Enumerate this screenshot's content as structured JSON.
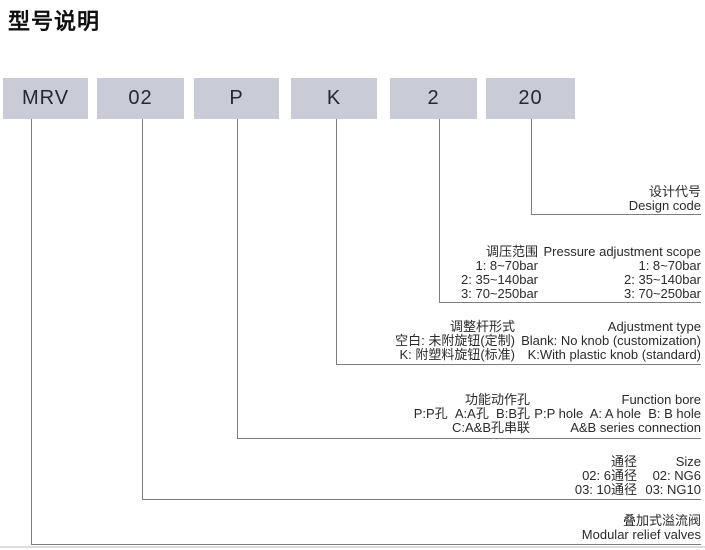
{
  "title": "型号说明",
  "model": {
    "segments": [
      "MRV",
      "02",
      "P",
      "K",
      "2",
      "20"
    ]
  },
  "sections": {
    "design_code": {
      "cn": "设计代号",
      "en": "Design code"
    },
    "pressure": {
      "header": {
        "cn": "调压范围",
        "en": "Pressure adjustment scope"
      },
      "rows": [
        {
          "cn": "1: 8~70bar",
          "en": "1: 8~70bar"
        },
        {
          "cn": "2: 35~140bar",
          "en": "2: 35~140bar"
        },
        {
          "cn": "3: 70~250bar",
          "en": "3: 70~250bar"
        }
      ]
    },
    "adjustment": {
      "header": {
        "cn": "调整杆形式",
        "en": "Adjustment type"
      },
      "rows": [
        {
          "cn": "空白: 未附旋钮(定制)",
          "en": "Blank: No knob (customization)"
        },
        {
          "cn": "K: 附塑料旋钮(标准)",
          "en": "K:With plastic knob (standard)"
        }
      ]
    },
    "function_bore": {
      "header": {
        "cn": "功能动作孔",
        "en": "Function bore"
      },
      "rows": [
        {
          "cn": "P:P孔  A:A孔  B:B孔",
          "en": "P:P hole  A: A hole  B: B hole"
        },
        {
          "cn": "C:A&B孔串联",
          "en": "A&B series connection"
        }
      ]
    },
    "size": {
      "header": {
        "cn": "通径",
        "en": "Size"
      },
      "rows": [
        {
          "cn": "02: 6通径",
          "en": "02: NG6"
        },
        {
          "cn": "03: 10通径",
          "en": "03: NG10"
        }
      ]
    },
    "product": {
      "cn": "叠加式溢流阀",
      "en": "Modular relief valves"
    }
  },
  "colors": {
    "box_fill": "#c9cbd7",
    "line": "#7e7e7e",
    "text": "#2a2a2a"
  }
}
